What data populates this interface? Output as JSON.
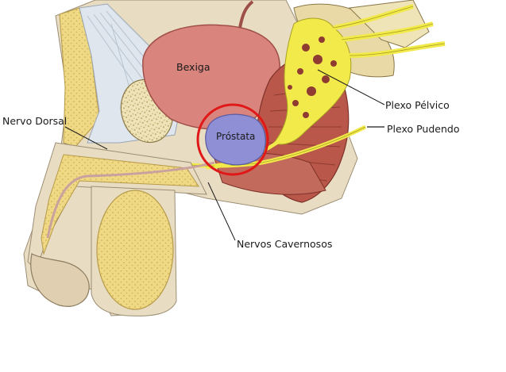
{
  "labels": {
    "bladder": "Bexiga",
    "prostate": "Próstata",
    "dorsal_nerve": "Nervo Dorsal",
    "pelvic_plexus": "Plexo Pélvico",
    "pudendal_plexus": "Plexo Pudendo",
    "cavernous_nerves": "Nervos Cavernosos"
  },
  "colors": {
    "bladder": "#d9847c",
    "prostate": "#8f8fd6",
    "nerve": "#f2ea4a",
    "tissue_yellow": "#efd985",
    "skin": "#e8dcc2",
    "muscle": "#b8574a",
    "highlight_circle": "#e01818"
  }
}
